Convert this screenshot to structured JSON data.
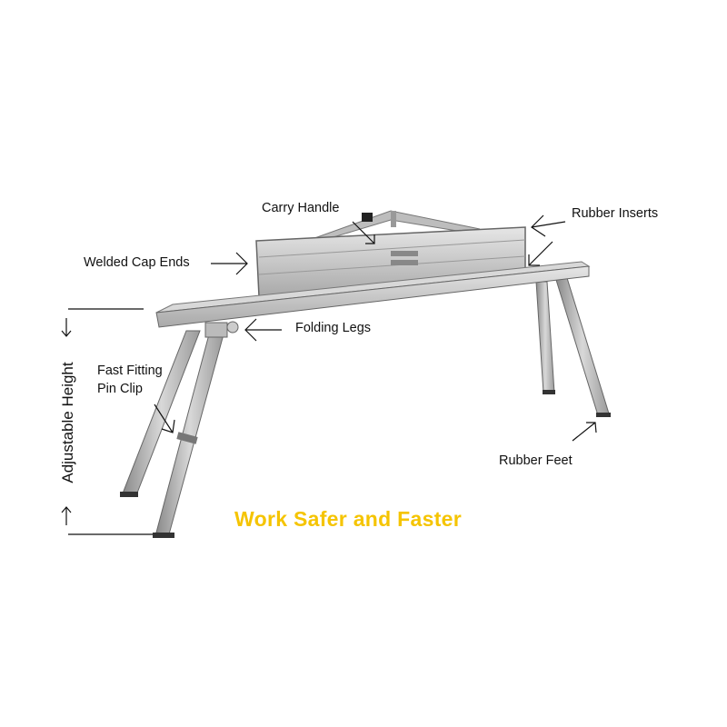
{
  "labels": {
    "carry_handle": "Carry Handle",
    "rubber_inserts": "Rubber Inserts",
    "welded_cap_ends": "Welded Cap Ends",
    "folding_legs": "Folding Legs",
    "fast_fitting_line1": "Fast Fitting",
    "fast_fitting_line2": "Pin Clip",
    "rubber_feet": "Rubber Feet",
    "adjustable_height": "Adjustable Height"
  },
  "slogan": "Work Safer and Faster",
  "colors": {
    "slogan": "#f5c400",
    "metal": "#c8c8c8"
  }
}
